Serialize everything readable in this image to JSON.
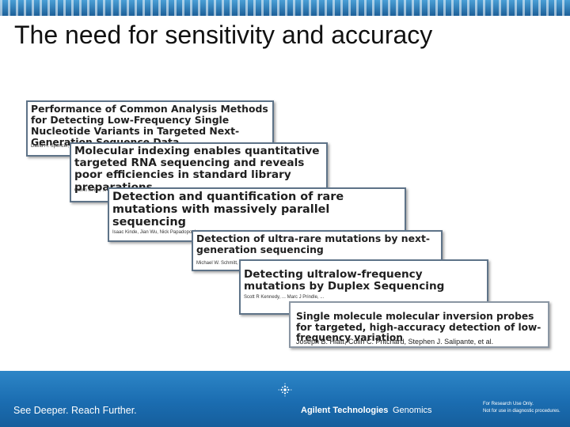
{
  "slide": {
    "title": "The need for sensitivity and accuracy"
  },
  "clippings": [
    {
      "title": "Performance of Common Analysis Methods for Detecting Low-Frequency Single Nucleotide Variants in Targeted Next-Generation Sequence Data",
      "authors": "David H. Spencer, ..."
    },
    {
      "title": "Molecular indexing enables quantitative targeted RNA sequencing and reveals poor efficiencies in standard library preparations",
      "authors": "Glenn K. Fu, ... and Stephen P. ..."
    },
    {
      "title": "Detection and quantification of rare mutations with massively parallel sequencing",
      "authors": "Isaac Kinde, Jian Wu, Nick Papadopoulos, ..."
    },
    {
      "title": "Detection of ultra-rare mutations by next-generation sequencing",
      "authors": "Michael W. Schmitt, ..."
    },
    {
      "title": "Detecting ultralow-frequency mutations by Duplex Sequencing",
      "authors": "Scott R Kennedy, ... Marc J Prindle, ..."
    },
    {
      "title": "Single molecule molecular inversion probes for targeted, high-accuracy detection of low-frequency variation",
      "authors": "Joseph B. Hiatt, Colin C. Pritchard, Stephen J. Salipante, et al."
    }
  ],
  "footer": {
    "tagline": "See Deeper. Reach Further.",
    "company": "Agilent Technologies",
    "division": "Genomics",
    "disclaimer_line1": "For Research Use Only.",
    "disclaimer_line2": "Not for use in diagnostic procedures.",
    "logo_icon": "agilent-spark-icon",
    "colors": {
      "footer_blue": "#1b6db1",
      "header_band": "#2a7ab8",
      "frame": "#5e7388"
    }
  }
}
